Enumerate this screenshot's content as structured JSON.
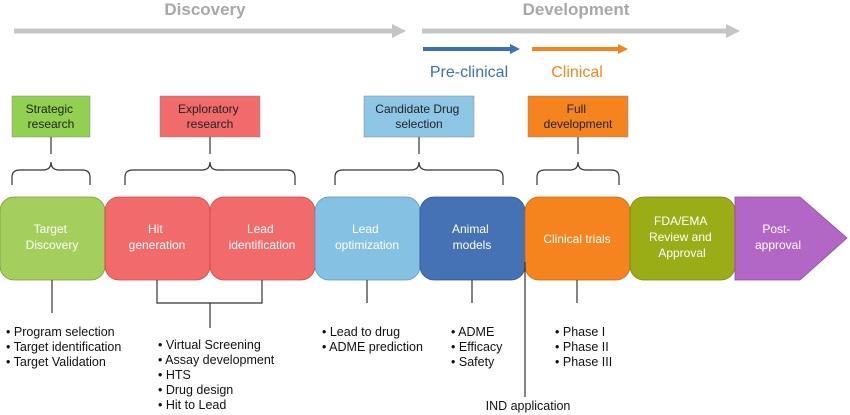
{
  "phases": {
    "discovery": "Discovery",
    "development": "Development",
    "preclinical": "Pre-clinical",
    "clinical": "Clinical"
  },
  "categories": [
    {
      "id": "strategic",
      "lines": [
        "Strategic",
        "research"
      ],
      "color": "#92d050"
    },
    {
      "id": "exploratory",
      "lines": [
        "Exploratory",
        "research"
      ],
      "color": "#f26b6b"
    },
    {
      "id": "candidate",
      "lines": [
        "Candidate Drug",
        "selection"
      ],
      "color": "#8ec6e6"
    },
    {
      "id": "full-dev",
      "lines": [
        "Full",
        "development"
      ],
      "color": "#f5841f"
    }
  ],
  "stages": [
    {
      "id": "target-discovery",
      "lines": [
        "Target",
        "Discovery"
      ],
      "color": "#a4cf5c"
    },
    {
      "id": "hit-generation",
      "lines": [
        "Hit",
        "generation"
      ],
      "color": "#f26b6b"
    },
    {
      "id": "lead-identification",
      "lines": [
        "Lead",
        "identification"
      ],
      "color": "#f26b6b"
    },
    {
      "id": "lead-optimization",
      "lines": [
        "Lead",
        "optimization"
      ],
      "color": "#84c1e3"
    },
    {
      "id": "animal-models",
      "lines": [
        "Animal",
        "models"
      ],
      "color": "#4472b4"
    },
    {
      "id": "clinical-trials",
      "lines": [
        "Clinical trials"
      ],
      "color": "#f5841f"
    },
    {
      "id": "fda-ema",
      "lines": [
        "FDA/EMA",
        "Review and",
        "Approval"
      ],
      "color": "#9aad16"
    },
    {
      "id": "post-approval",
      "lines": [
        "Post-",
        "approval"
      ],
      "color": "#b267c7"
    }
  ],
  "lists": [
    {
      "id": "target",
      "items": [
        "Program selection",
        "Target identification",
        "Target Validation"
      ]
    },
    {
      "id": "hit-lead",
      "items": [
        "Virtual Screening",
        "Assay development",
        "HTS",
        "Drug design",
        "Hit to Lead"
      ]
    },
    {
      "id": "lead-opt",
      "items": [
        "Lead to drug",
        "ADME prediction"
      ]
    },
    {
      "id": "animal",
      "items": [
        "ADME",
        "Efficacy",
        "Safety"
      ]
    },
    {
      "id": "clinical",
      "items": [
        "Phase I",
        "Phase II",
        "Phase III"
      ]
    }
  ],
  "milestone": "IND application",
  "colors": {
    "phase_arrow": "#c4c4c4",
    "preclinical": "#3b6fb6",
    "clinical": "#f5841f",
    "line": "#333333"
  }
}
